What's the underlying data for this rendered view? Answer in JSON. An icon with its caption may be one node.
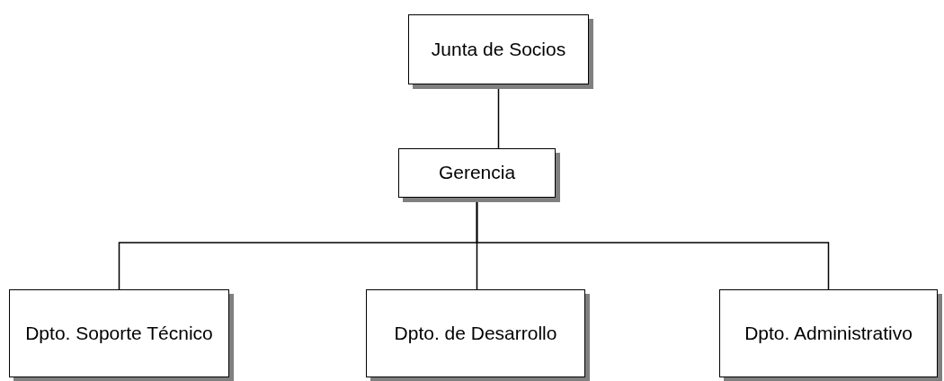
{
  "diagram": {
    "nodes": [
      {
        "text": [
          "Junta de Socios"
        ]
      },
      {
        "text": [
          "Gerencia"
        ]
      },
      {
        "text": [
          "Dpto. Soporte Técnico"
        ]
      },
      {
        "text": [
          "Dpto. de Desarrollo"
        ]
      },
      {
        "text": [
          "Dpto. Administrativo"
        ]
      }
    ],
    "edges": [
      {
        "from": 0,
        "to": 1,
        "arrow": "none"
      },
      {
        "from": 1,
        "to": 2,
        "arrow": "none"
      },
      {
        "from": 1,
        "to": 3,
        "arrow": "none"
      },
      {
        "from": 1,
        "to": 4,
        "arrow": "none"
      }
    ]
  }
}
